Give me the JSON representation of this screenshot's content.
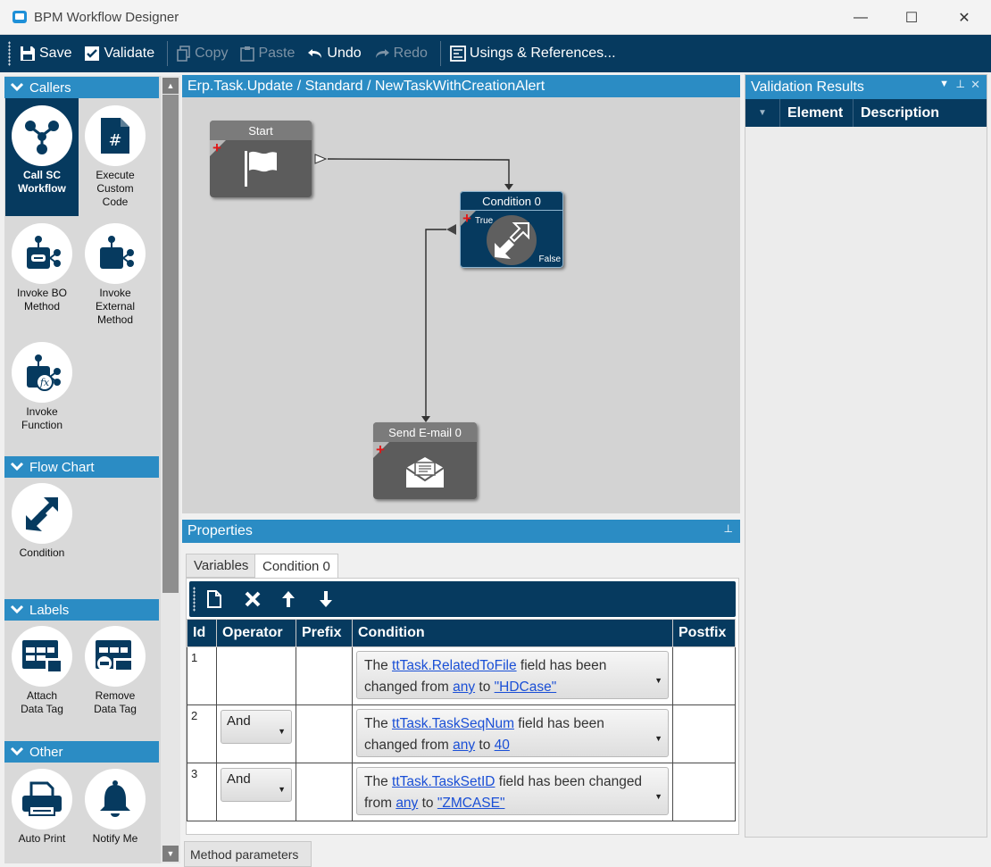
{
  "window": {
    "title": "BPM Workflow Designer",
    "minimize": "—",
    "maximize": "☐",
    "close": "✕"
  },
  "toolbar": {
    "save": "Save",
    "validate": "Validate",
    "copy": "Copy",
    "paste": "Paste",
    "undo": "Undo",
    "redo": "Redo",
    "usings": "Usings & References..."
  },
  "palette": {
    "callers": {
      "title": "Callers",
      "items": [
        "Call SC Workflow",
        "Execute Custom Code",
        "Invoke BO Method",
        "Invoke External Method",
        "Invoke Function"
      ]
    },
    "flowchart": {
      "title": "Flow Chart",
      "items": [
        "Condition"
      ]
    },
    "labels": {
      "title": "Labels",
      "items": [
        "Attach Data Tag",
        "Remove Data Tag"
      ]
    },
    "other": {
      "title": "Other",
      "items": [
        "Auto Print",
        "Notify Me"
      ]
    }
  },
  "canvas": {
    "breadcrumb": "Erp.Task.Update / Standard / NewTaskWithCreationAlert",
    "nodes": {
      "start": "Start",
      "condition": "Condition 0",
      "condition_true": "True",
      "condition_false": "False",
      "email": "Send E-mail 0"
    }
  },
  "validation": {
    "title": "Validation Results",
    "col_element": "Element",
    "col_description": "Description"
  },
  "properties": {
    "title": "Properties",
    "tabs": [
      "Variables",
      "Condition 0"
    ],
    "columns": [
      "Id",
      "Operator",
      "Prefix",
      "Condition",
      "Postfix"
    ],
    "rows": [
      {
        "id": "1",
        "operator": "",
        "cond_pre": "The ",
        "field": "ttTask.RelatedToFile",
        "cond_mid": " field has been changed from ",
        "from": "any",
        "to_word": " to ",
        "to": "\"HDCase\""
      },
      {
        "id": "2",
        "operator": "And",
        "cond_pre": "The ",
        "field": "ttTask.TaskSeqNum",
        "cond_mid": " field has been changed from ",
        "from": "any",
        "to_word": " to ",
        "to": "40"
      },
      {
        "id": "3",
        "operator": "And",
        "cond_pre": "The ",
        "field": "ttTask.TaskSetID",
        "cond_mid": " field has been changed from ",
        "from": "any",
        "to_word": " to ",
        "to": "\"ZMCASE\""
      }
    ]
  },
  "bottom_tab": "Method parameters",
  "colors": {
    "navy": "#063a5f",
    "blue": "#2b8cc4",
    "node": "#5c5c5c"
  }
}
